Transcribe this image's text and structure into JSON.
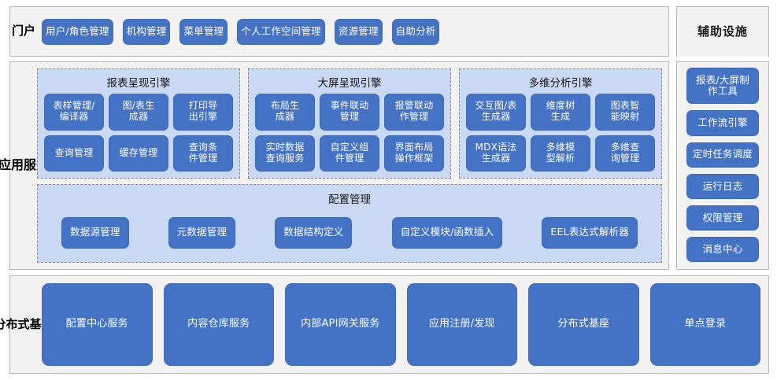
{
  "portal": {
    "label": "门户",
    "items": [
      "用户/角色管理",
      "机构管理",
      "菜单管理",
      "个人工作空间管理",
      "资源管理",
      "自助分析"
    ]
  },
  "aux": {
    "title": "辅助设施",
    "items": [
      "报表/大屏制\n作工具",
      "工作流引擎",
      "定时任务调度",
      "运行日志",
      "权限管理",
      "消息中心"
    ]
  },
  "app_services": {
    "label": "应用服务",
    "engines": [
      {
        "title": "报表呈现引擎",
        "items": [
          "表样管理/\n编译器",
          "图/表生\n成器",
          "打印导\n出引擎",
          "查询管理",
          "缓存管理",
          "查询条\n件管理"
        ]
      },
      {
        "title": "大屏呈现引擎",
        "items": [
          "布局生\n成器",
          "事件联动\n管理",
          "报警联动\n作管理",
          "实时数据\n查询服务",
          "自定义组\n件管理",
          "界面布局\n操作框架"
        ]
      },
      {
        "title": "多维分析引擎",
        "items": [
          "交互图/表\n生成器",
          "维度树\n生成",
          "图表智\n能映射",
          "MDX语法\n生成器",
          "多维模\n型解析",
          "多维查\n询管理"
        ]
      }
    ],
    "config": {
      "title": "配置管理",
      "items": [
        "数据源管理",
        "元数据管理",
        "数据结构定义",
        "自定义模块/函数插入",
        "EEL表达式解析器"
      ]
    }
  },
  "distributed_base": {
    "label": "分布式基础",
    "items": [
      "配置中心服务",
      "内容仓库服务",
      "内部API网关服务",
      "应用注册/发现",
      "分布式基座",
      "单点登录"
    ]
  },
  "colors": {
    "button_fill": "#4472c4",
    "button_border": "#3f69b4",
    "group_fill": "#c9d9f4",
    "panel_fill": "#f2f2f2",
    "panel_border": "#b6b6b6",
    "text_on_button": "#ffffff"
  }
}
